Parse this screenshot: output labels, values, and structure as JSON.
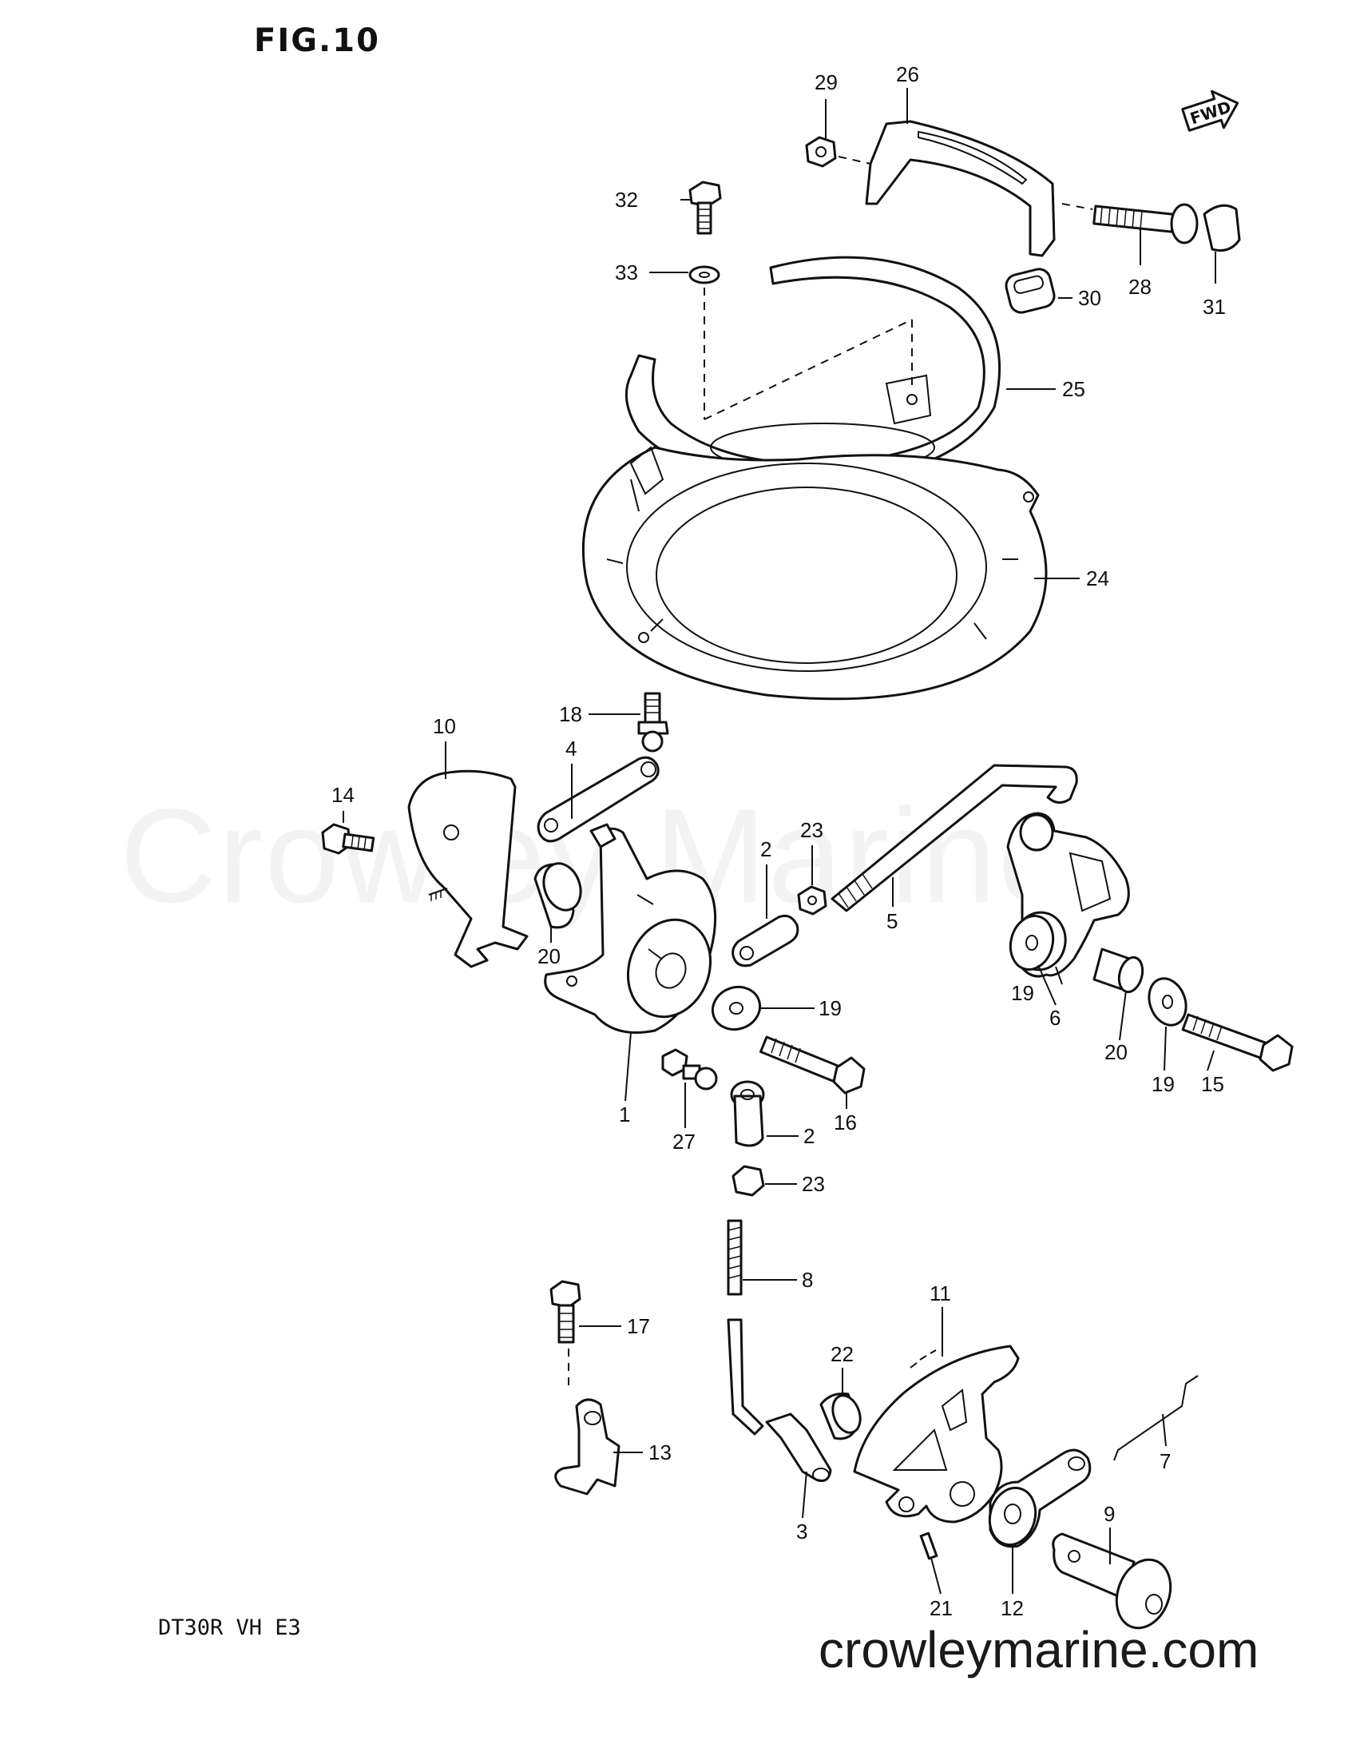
{
  "figure": {
    "title": "FIG.10",
    "model_code": "DT30R VH E3",
    "watermark": "Crowley Marine",
    "site_url": "crowleymarine.com",
    "fwd_marker": "FWD"
  },
  "callouts": {
    "c1": "1",
    "c2a": "2",
    "c2b": "2",
    "c3": "3",
    "c4": "4",
    "c5": "5",
    "c6": "6",
    "c7": "7",
    "c8": "8",
    "c9": "9",
    "c10": "10",
    "c11": "11",
    "c12": "12",
    "c13": "13",
    "c14": "14",
    "c15": "15",
    "c16": "16",
    "c17": "17",
    "c18": "18",
    "c19a": "19",
    "c19b": "19",
    "c19c": "19",
    "c20a": "20",
    "c20b": "20",
    "c21": "21",
    "c22": "22",
    "c23a": "23",
    "c23b": "23",
    "c24": "24",
    "c25": "25",
    "c26": "26",
    "c27": "27",
    "c28": "28",
    "c29": "29",
    "c30": "30",
    "c31": "31",
    "c32": "32",
    "c33": "33"
  },
  "icons": {
    "direction": "fwd-arrow-icon"
  }
}
